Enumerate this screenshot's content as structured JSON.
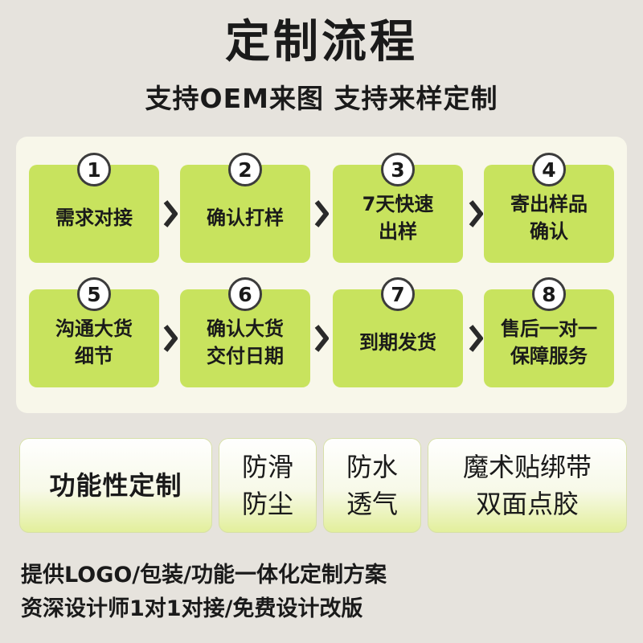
{
  "title": "定制流程",
  "subtitle": "支持OEM来图  支持来样定制",
  "steps": [
    {
      "num": "1",
      "label": "需求对接"
    },
    {
      "num": "2",
      "label": "确认打样"
    },
    {
      "num": "3",
      "label": "7天快速\n出样"
    },
    {
      "num": "4",
      "label": "寄出样品\n确认"
    },
    {
      "num": "5",
      "label": "沟通大货\n细节"
    },
    {
      "num": "6",
      "label": "确认大货\n交付日期"
    },
    {
      "num": "7",
      "label": "到期发货"
    },
    {
      "num": "8",
      "label": "售后一对一\n保障服务"
    }
  ],
  "features": {
    "main": "功能性定制",
    "items": [
      "防滑\n防尘",
      "防水\n透气",
      "魔术贴绑带\n双面点胶"
    ]
  },
  "footer": {
    "line1": "提供LOGO/包装/功能一体化定制方案",
    "line2": "资深设计师1对1对接/免费设计改版"
  },
  "colors": {
    "background": "#e6e3dd",
    "panel": "#f8f7ea",
    "step_box": "#c8e35e",
    "text": "#1a1a1a"
  }
}
